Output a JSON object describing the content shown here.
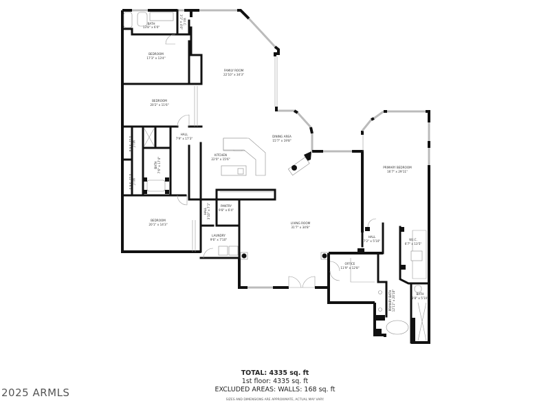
{
  "rooms": [
    {
      "id": "bath-1",
      "label": "BATH",
      "dims": "13'8\" x 6'0\""
    },
    {
      "id": "wic-top",
      "label": "W.I.C.",
      "dims": "3'1\" x 4'0\""
    },
    {
      "id": "bedroom-1",
      "label": "BEDROOM",
      "dims": "17'3\" x 13'4\""
    },
    {
      "id": "family-room",
      "label": "FAMILY ROOM",
      "dims": "22'10\" x 34'3\""
    },
    {
      "id": "bedroom-2",
      "label": "BEDROOM",
      "dims": "20'2\" x 11'6\""
    },
    {
      "id": "hall-1",
      "label": "HALL",
      "dims": "7'9\" x 17'3\""
    },
    {
      "id": "wic-1",
      "label": "W.I.C.",
      "dims": "4'11\" x 6'8\""
    },
    {
      "id": "wic-2",
      "label": "W.I.C.",
      "dims": "4'11\" x 6'5\""
    },
    {
      "id": "bath-2",
      "label": "BATH",
      "dims": "7'6\" x 17'4\""
    },
    {
      "id": "kitchen",
      "label": "KITCHEN",
      "dims": "22'0\" x 15'6\""
    },
    {
      "id": "dining-area",
      "label": "DINING AREA",
      "dims": "15'7\" x 19'8\""
    },
    {
      "id": "primary-bedroom",
      "label": "PRIMARY BEDROOM",
      "dims": "16'7\" x 29'11\""
    },
    {
      "id": "bedroom-3",
      "label": "BEDROOM",
      "dims": "20'1\" x 14'3\""
    },
    {
      "id": "hall-2",
      "label": "HALL",
      "dims": "3'10\" x 7'1\""
    },
    {
      "id": "pantry",
      "label": "PANTRY",
      "dims": "9'8\" x 6'4\""
    },
    {
      "id": "laundry",
      "label": "LAUNDRY",
      "dims": "9'6\" x 7'10\""
    },
    {
      "id": "living-room",
      "label": "LIVING ROOM",
      "dims": "31'7\" x 34'8\""
    },
    {
      "id": "hall-3",
      "label": "HALL",
      "dims": "7'2\" x 5'10\""
    },
    {
      "id": "wic-primary",
      "label": "W.I.C.",
      "dims": "6'7\" x 13'5\""
    },
    {
      "id": "office",
      "label": "OFFICE",
      "dims": "11'9\" x 12'8\""
    },
    {
      "id": "primary-bath",
      "label": "PRIMARY BATH",
      "dims": "12'11\" x 20'10\""
    },
    {
      "id": "bath-3",
      "label": "BATH",
      "dims": "3'8\" x 5'10\""
    }
  ],
  "summary": {
    "total": "TOTAL: 4335 sq. ft",
    "floor": "1st floor: 4335 sq. ft",
    "excluded": "EXCLUDED AREAS: WALLS: 168 sq. ft",
    "disclaimer": "SIZES AND DIMENSIONS ARE APPROXIMATE, ACTUAL MAY VARY."
  },
  "watermark": "2025 ARMLS"
}
